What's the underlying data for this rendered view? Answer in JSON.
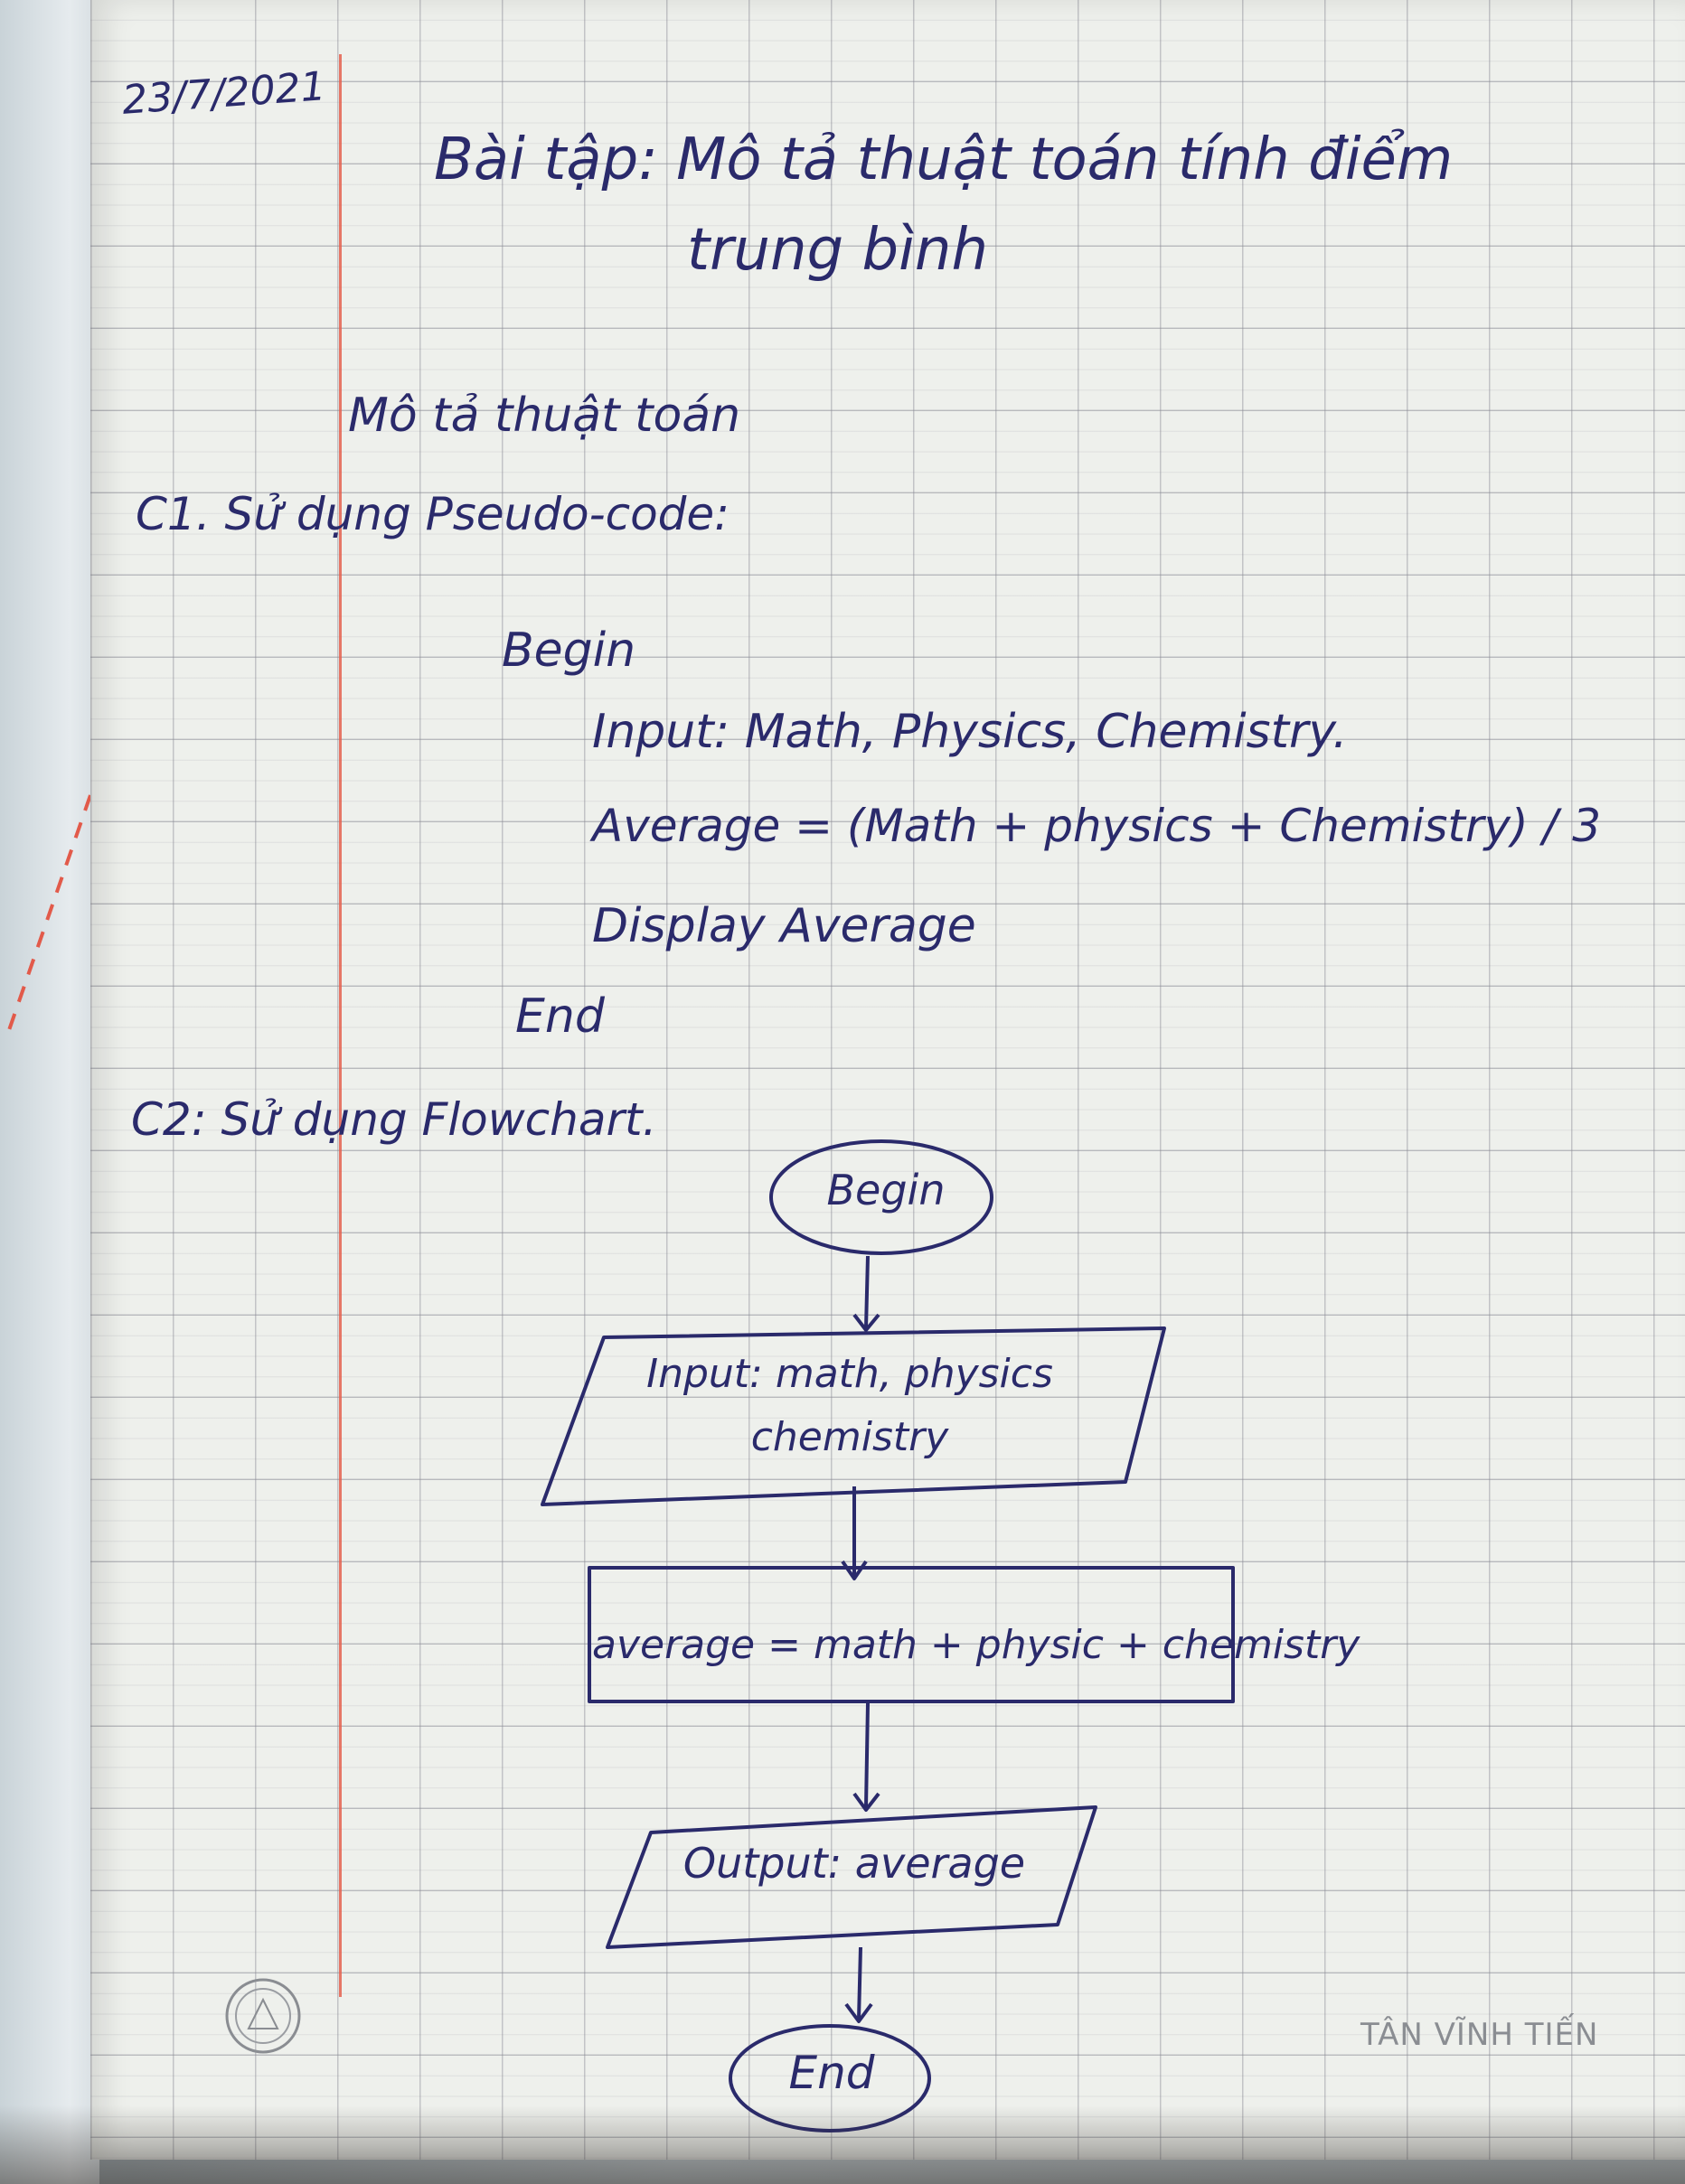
{
  "notebook": {
    "date": "23/7/2021",
    "title_line1": "Bài tập: Mô tả thuật toán tính điểm",
    "title_line2": "trung bình",
    "subheading": "Mô tả thuật toán",
    "method1_heading": "C1. Sử dụng Pseudo-code:",
    "pseudocode": {
      "begin": "Begin",
      "input": "Input: Math, Physics, Chemistry.",
      "average": "Average = (Math + physics + Chemistry) / 3",
      "display": "Display Average",
      "end": "End"
    },
    "method2_heading": "C2: Sử dụng Flowchart.",
    "flowchart": {
      "start": "Begin",
      "input_line1": "Input: math, physics",
      "input_line2": "chemistry",
      "process": "average = math + physic + chemistry",
      "output": "Output: average",
      "end": "End"
    },
    "brand": "TÂN VĨNH TIẾN",
    "ink_color": "#2a2a6b",
    "margin_color": "#e4604f"
  }
}
